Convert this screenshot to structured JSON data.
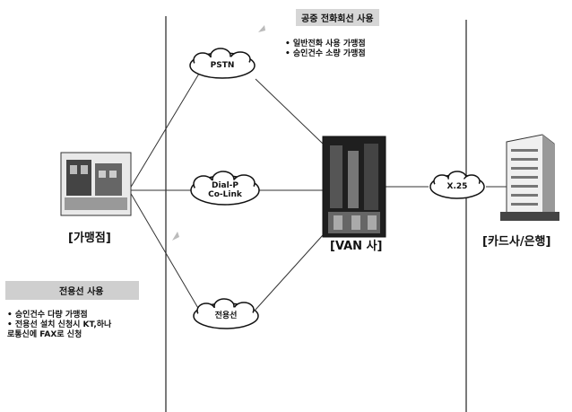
{
  "nodes": {
    "merchant": {
      "label": "[가맹점]"
    },
    "van": {
      "label": "[VAN 사]"
    },
    "card": {
      "label": "[카드사/은행]"
    }
  },
  "clouds": {
    "pstn": {
      "label": "PSTN"
    },
    "dial": {
      "label": "Dial-P\nCo-Link"
    },
    "leased": {
      "label": "전용선"
    },
    "link": {
      "label": "X.25"
    }
  },
  "notes": {
    "public_title": "공중 전화회선 사용",
    "public_items": [
      "• 일반전화 사용 가맹점",
      "• 승인건수 소량 가맹점"
    ],
    "leased_title": "전용선 사용",
    "leased_items": [
      "• 승인건수 다량 가맹점",
      "• 전용선 설치 신청시 KT,하나",
      "  로통신에 FAX로 신청"
    ]
  }
}
